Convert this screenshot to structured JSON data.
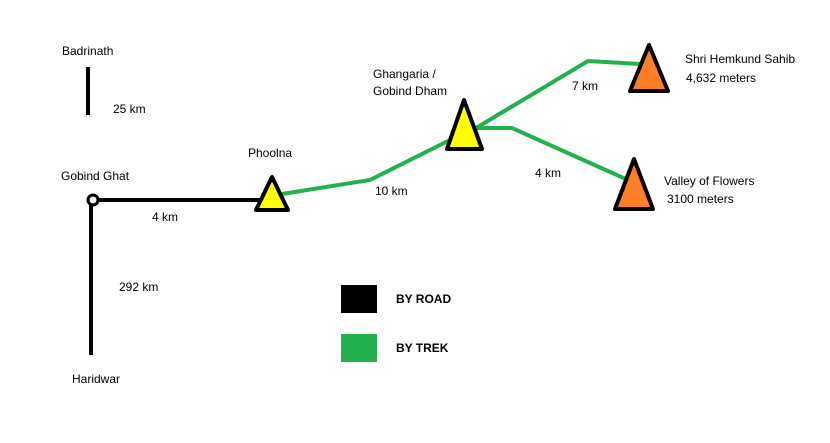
{
  "places": {
    "badrinath": "Badrinath",
    "gobind_ghat": "Gobind Ghat",
    "haridwar": "Haridwar",
    "phoolna": "Phoolna",
    "ghangaria_line1": "Ghangaria /",
    "ghangaria_line2": "Gobind Dham",
    "hemkund_name": "Shri Hemkund Sahib",
    "hemkund_alt": "4,632 meters",
    "valley_name": "Valley of Flowers",
    "valley_alt": "3100 meters"
  },
  "distances": {
    "gobind_badrinath": "25 km",
    "gobind_haridwar": "292 km",
    "gobind_phoolna": "4 km",
    "phoolna_ghangaria": "10 km",
    "ghangaria_hemkund": "7 km",
    "ghangaria_valley": "4 km"
  },
  "legend": {
    "road_label": "BY ROAD",
    "trek_label": "BY TREK"
  },
  "colors": {
    "road": "#000000",
    "trek": "#22b14c",
    "base_camp": "#ffff00",
    "summit": "#ff7f27"
  },
  "icons": {
    "base_camp": "yellow-triangle",
    "summit": "orange-triangle",
    "junction": "ring-marker"
  }
}
